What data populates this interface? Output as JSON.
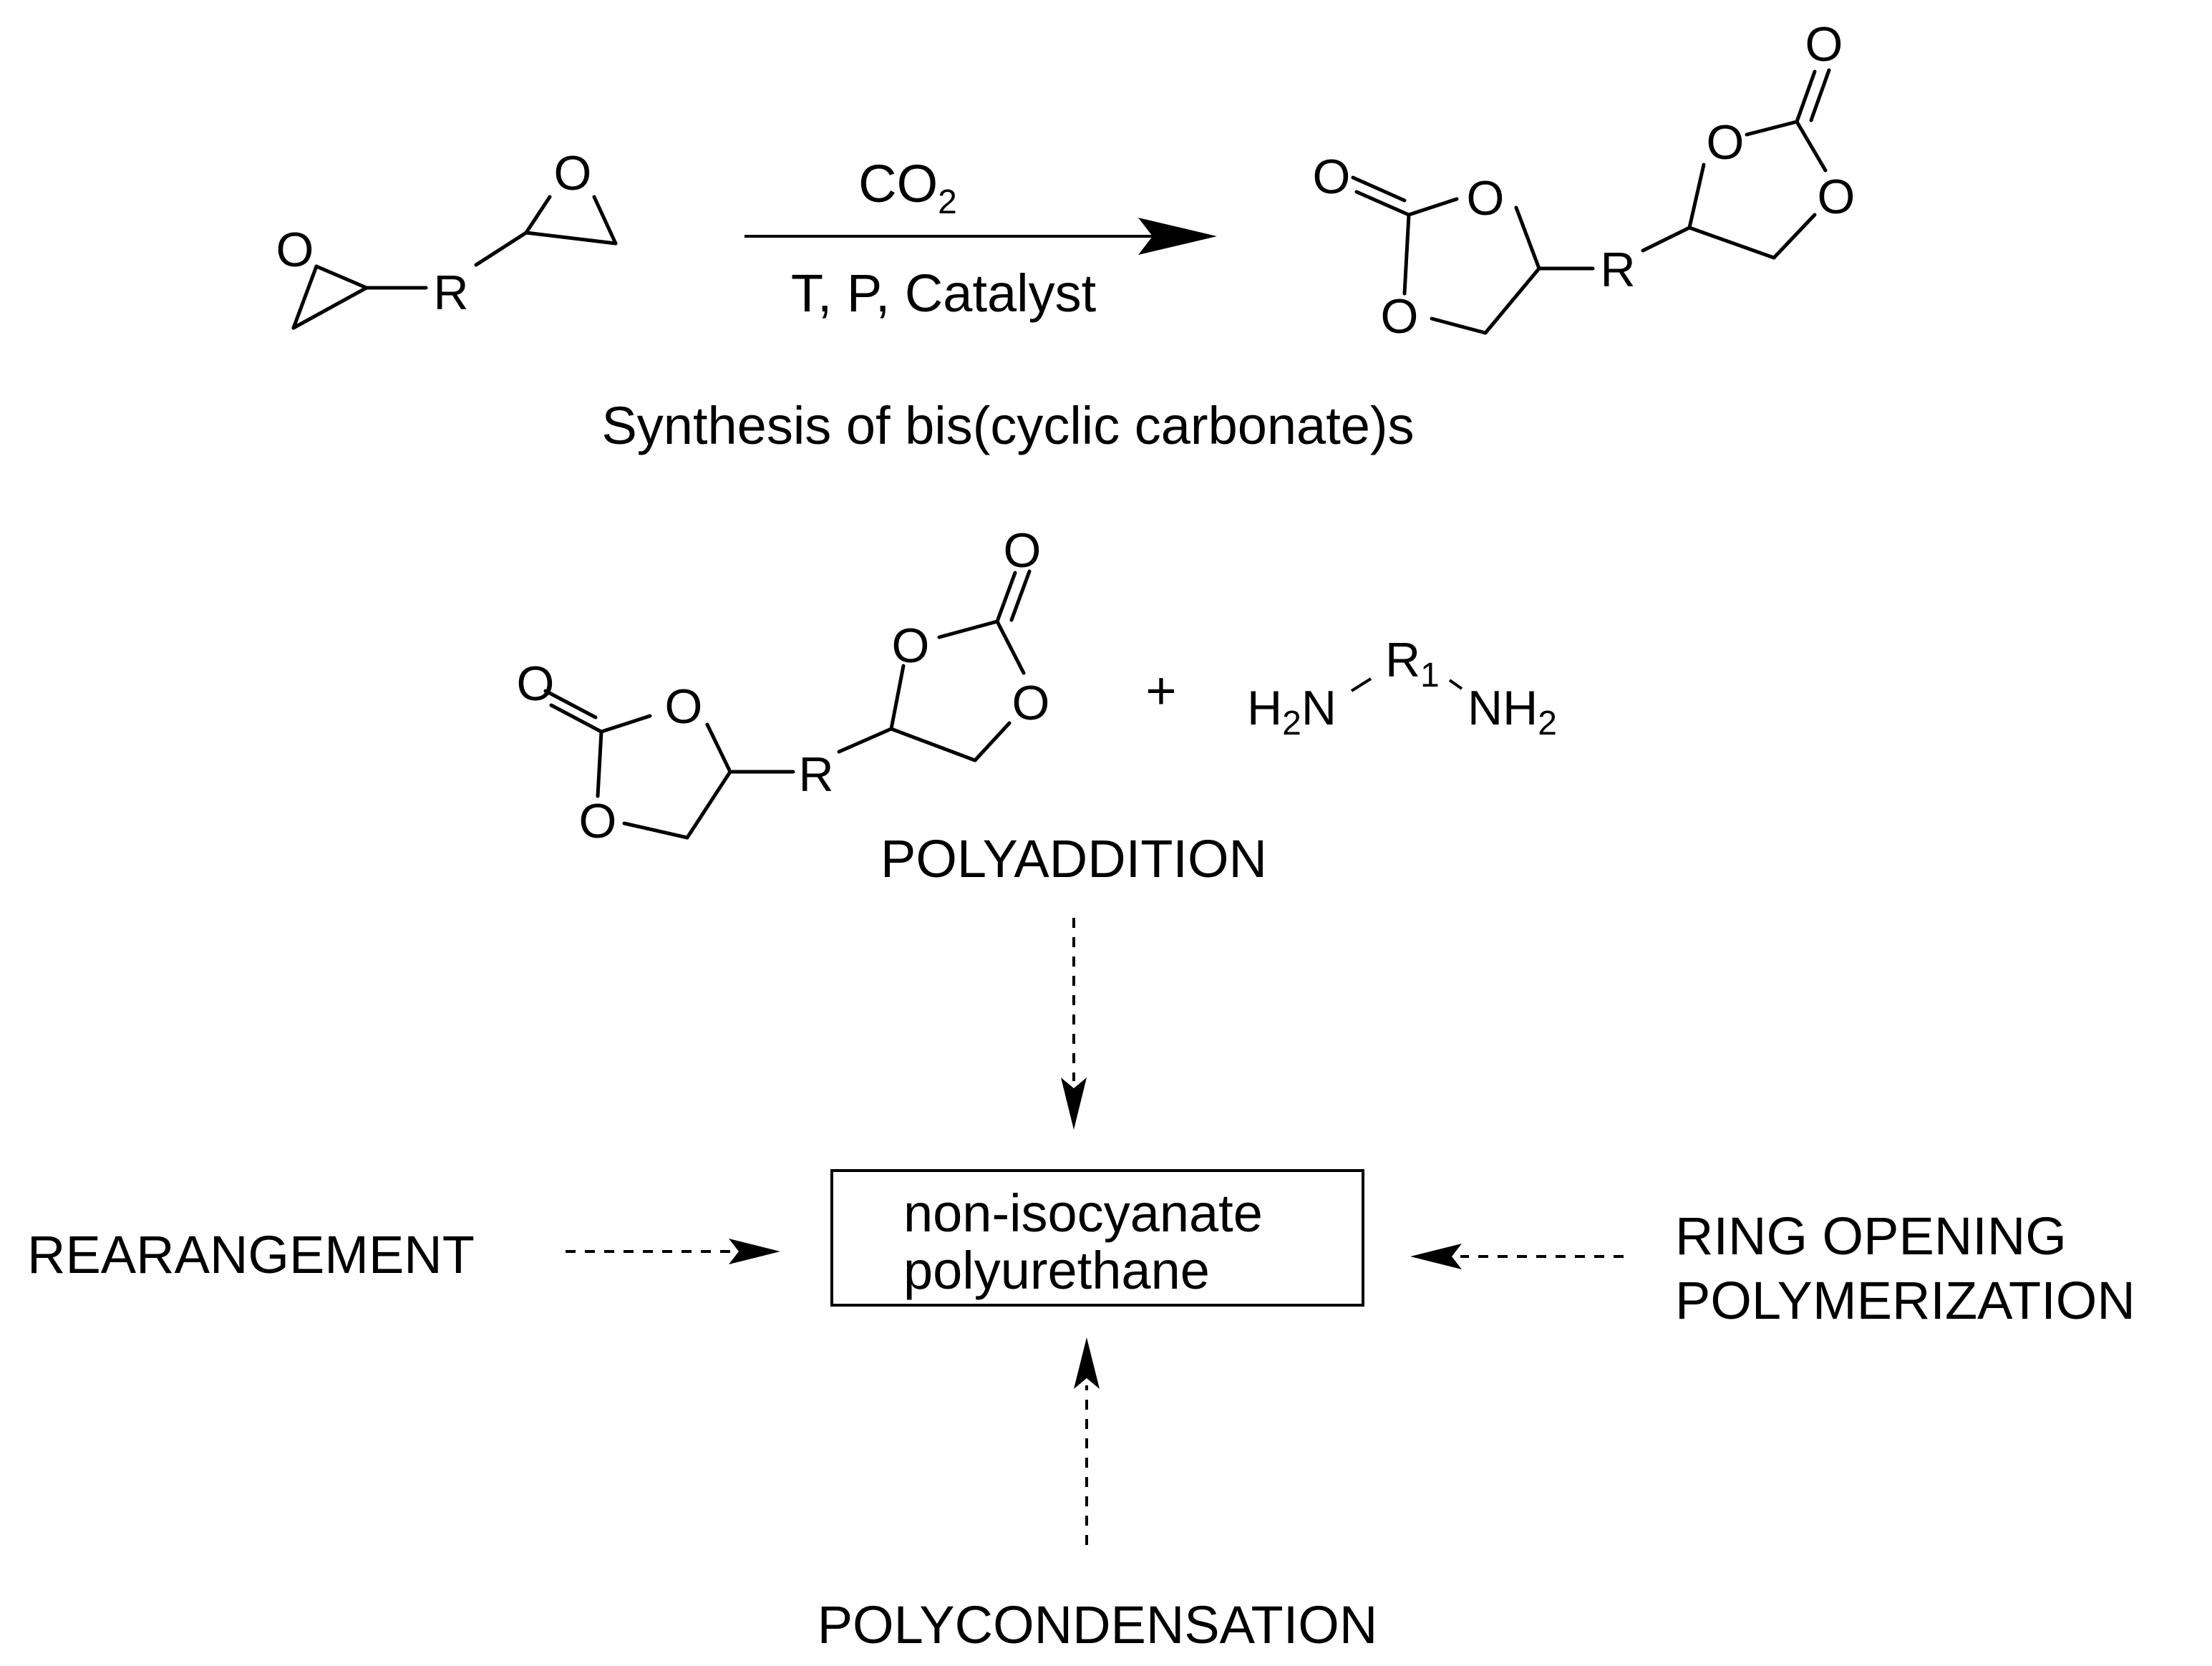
{
  "reaction": {
    "reagent_above": "CO",
    "reagent_above_sub": "2",
    "conditions_below": "T, P, Catalyst",
    "caption": "Synthesis of bis(cyclic carbonate)s",
    "group_r": "R",
    "atom_o": "O"
  },
  "polyaddition": {
    "plus": "+",
    "diamine_left": "H",
    "diamine_left_sub": "2",
    "diamine_left_n": "N",
    "diamine_r": "R",
    "diamine_r_sub": "1",
    "diamine_right": "NH",
    "diamine_right_sub": "2",
    "label": "POLYADDITION"
  },
  "product_box": {
    "line1": "non-isocyanate",
    "line2": "polyurethane"
  },
  "routes": {
    "left": "REARANGEMENT",
    "right_line1": "RING OPENING",
    "right_line2": "POLYMERIZATION",
    "bottom": "POLYCONDENSATION"
  }
}
